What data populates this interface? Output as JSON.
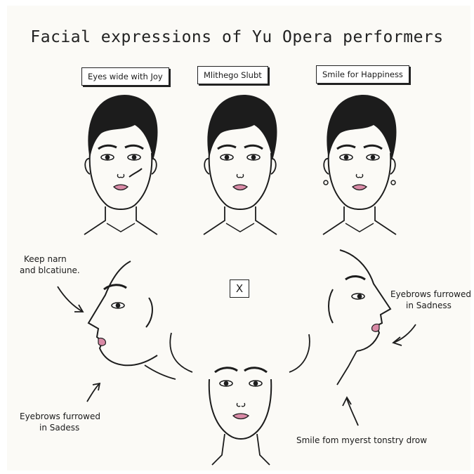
{
  "title": "Facial expressions of Yu Opera performers",
  "labels": {
    "top_left": "Eyes wide with Joy",
    "top_center": "Mlithego Slubt",
    "top_right": "Smile for Happiness"
  },
  "notes": {
    "keep_line1": "Keep narn",
    "keep_line2": "and blcatiune.",
    "eyebrows_right_line1": "Eyebrows furrowed",
    "eyebrows_right_line2": "in Sadness",
    "eyebrows_left_line1": "Eyebrows furrowed",
    "eyebrows_left_line2": "in Sadess",
    "smile_bottom": "Smile fom myerst tonstry drow"
  },
  "center_marker": "X",
  "colors": {
    "ink": "#1a1a1a",
    "lip": "#d98aa6",
    "paper": "#fbfaf6"
  }
}
